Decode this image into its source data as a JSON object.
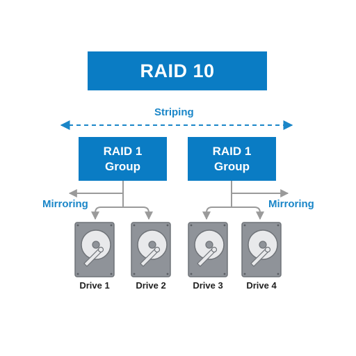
{
  "title": "RAID 10",
  "striping_label": "Striping",
  "groups": [
    {
      "line1": "RAID 1",
      "line2": "Group"
    },
    {
      "line1": "RAID 1",
      "line2": "Group"
    }
  ],
  "mirroring_labels": [
    "Mirroring",
    "Mirroring"
  ],
  "drives": [
    {
      "label": "Drive 1"
    },
    {
      "label": "Drive 2"
    },
    {
      "label": "Drive 3"
    },
    {
      "label": "Drive 4"
    }
  ],
  "colors": {
    "box_fill": "#0a7cc4",
    "accent_text": "#1a86c8",
    "connector_gray": "#9a9a9a",
    "drive_body": "#8f9399"
  },
  "icons": [
    "hard-drive-icon"
  ]
}
